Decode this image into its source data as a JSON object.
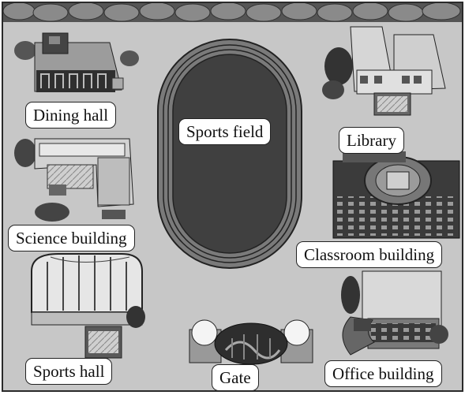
{
  "map": {
    "places": {
      "dining_hall": "Dining hall",
      "sports_field": "Sports field",
      "library": "Library",
      "science_building": "Science building",
      "classroom_building": "Classroom building",
      "sports_hall": "Sports hall",
      "gate": "Gate",
      "office_building": "Office building"
    }
  }
}
